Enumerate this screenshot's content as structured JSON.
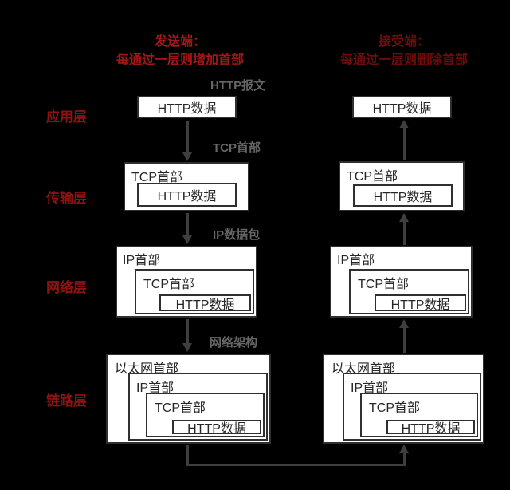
{
  "sender": {
    "title_line1": "发送端：",
    "title_line2": "每通过一层则增加首部"
  },
  "receiver": {
    "title_line1": "接受端：",
    "title_line2": "每通过一层则删除首部"
  },
  "layers": {
    "application": "应用层",
    "transport": "传输层",
    "network": "网络层",
    "link": "链路层"
  },
  "flow_labels": {
    "http_message": "HTTP报文",
    "tcp_header": "TCP首部",
    "ip_packet": "IP数据包",
    "network_frame": "网络架构"
  },
  "boxes": {
    "http_data": "HTTP数据",
    "tcp_header": "TCP首部",
    "ip_header": "IP首部",
    "ethernet_header": "以太网首部"
  },
  "colors": {
    "background": "#000000",
    "box_background": "#ffffff",
    "box_border": "#2f2f2f",
    "box_text": "#262626",
    "arrow": "#3e3e3e",
    "flow_label_gray": "#666666",
    "sender_red": "#a51717",
    "receiver_red": "#6f0c0c",
    "layer_label_red": "#8e1212"
  }
}
